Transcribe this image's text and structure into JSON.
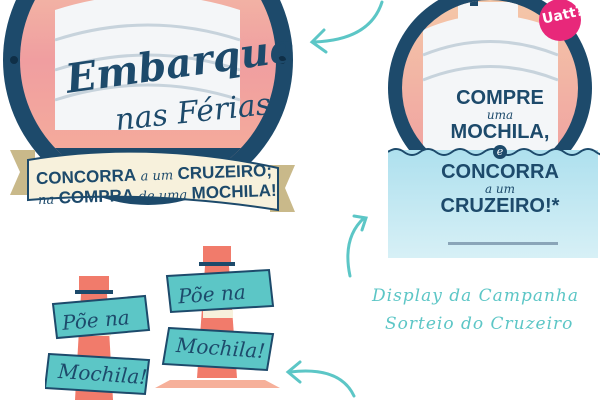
{
  "porthole": {
    "title_line1": "Embarque",
    "title_line2": "nas Férias",
    "banner_line1_a": "CONCORRA",
    "banner_line1_b": "a um",
    "banner_line1_c": "CRUZEIRO;",
    "banner_line2_a": "na",
    "banner_line2_b": "COMPRA",
    "banner_line2_c": "de uma",
    "banner_line2_d": "MOCHILA!"
  },
  "display": {
    "badge": "Uatt?",
    "line1": "COMPRE",
    "line2": "uma",
    "line3": "MOCHILA,",
    "line4": "e",
    "line5": "CONCORRA",
    "line6": "a um",
    "line7": "CRUZEIRO!*"
  },
  "caption": {
    "line1": "Display da Campanha",
    "line2": "Sorteio do Cruzeiro"
  },
  "tags": {
    "tag1_line1": "Põe na",
    "tag1_line2": "Mochila!",
    "tag2_line1": "Põe na",
    "tag2_line2": "Mochila!"
  },
  "colors": {
    "navy": "#1d4a6b",
    "teal": "#5cc6c6",
    "coral": "#f17b6b",
    "pink": "#e8287a",
    "cream": "#f7f1dc",
    "sky": "#aee0ee"
  }
}
